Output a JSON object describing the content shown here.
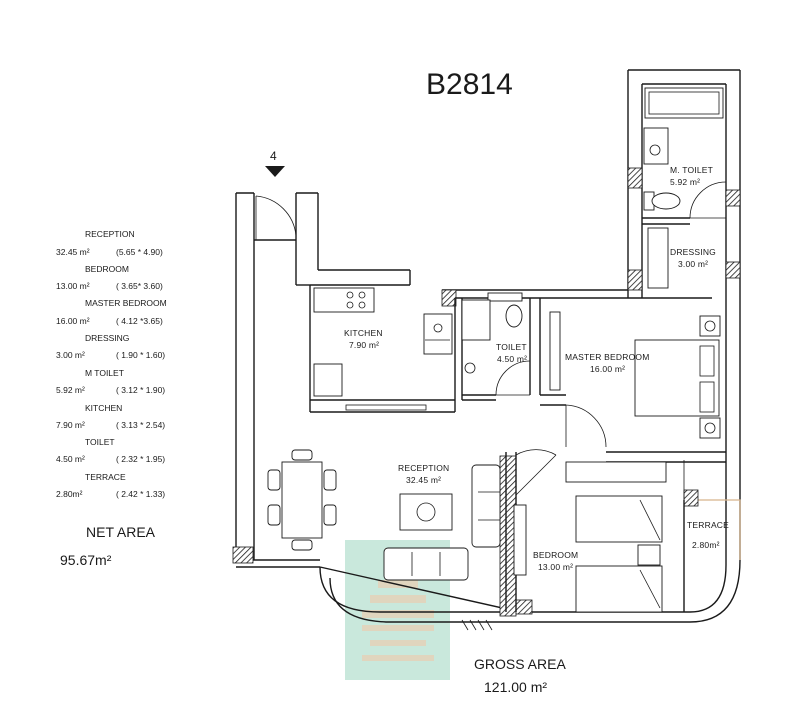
{
  "unit_code": "B2814",
  "entrance_marker": "4",
  "schedule": [
    {
      "name": "RECEPTION",
      "area": "32.45 m²",
      "dims": "(5.65 * 4.90)"
    },
    {
      "name": "BEDROOM",
      "area": "13.00 m²",
      "dims": "( 3.65* 3.60)"
    },
    {
      "name": "MASTER BEDROOM",
      "area": "16.00 m²",
      "dims": "( 4.12 *3.65)"
    },
    {
      "name": "DRESSING",
      "area": "3.00 m²",
      "dims": "( 1.90 * 1.60)"
    },
    {
      "name": "M TOILET",
      "area": "5.92 m²",
      "dims": "( 3.12 * 1.90)"
    },
    {
      "name": "KITCHEN",
      "area": "7.90 m²",
      "dims": "( 3.13 * 2.54)"
    },
    {
      "name": "TOILET",
      "area": "4.50 m²",
      "dims": "( 2.32 * 1.95)"
    },
    {
      "name": "TERRACE",
      "area": "2.80m²",
      "dims": "( 2.42 * 1.33)"
    }
  ],
  "net_area": {
    "label": "NET AREA",
    "value": "95.67m²"
  },
  "gross_area": {
    "label": "GROSS AREA",
    "value": "121.00 m²"
  },
  "rooms": {
    "m_toilet": {
      "name": "M. TOILET",
      "area": "5.92 m²"
    },
    "dressing": {
      "name": "DRESSING",
      "area": "3.00 m²"
    },
    "kitchen": {
      "name": "KITCHEN",
      "area": "7.90 m²"
    },
    "toilet": {
      "name": "TOILET",
      "area": "4.50 m²"
    },
    "master_bedroom": {
      "name": "MASTER BEDROOM",
      "area": "16.00 m²"
    },
    "reception": {
      "name": "RECEPTION",
      "area": "32.45 m²"
    },
    "bedroom": {
      "name": "BEDROOM",
      "area": "13.00 m²"
    },
    "terrace": {
      "name": "TERRACE",
      "area": "2.80m²"
    }
  },
  "colors": {
    "ink": "#1a1a1a",
    "watermark": "#9ed6c0",
    "watermark_gold": "#c8b48a",
    "terrace_line": "#d8b48c"
  },
  "icons": [
    "entrance-arrow-icon",
    "watermark-logo"
  ]
}
